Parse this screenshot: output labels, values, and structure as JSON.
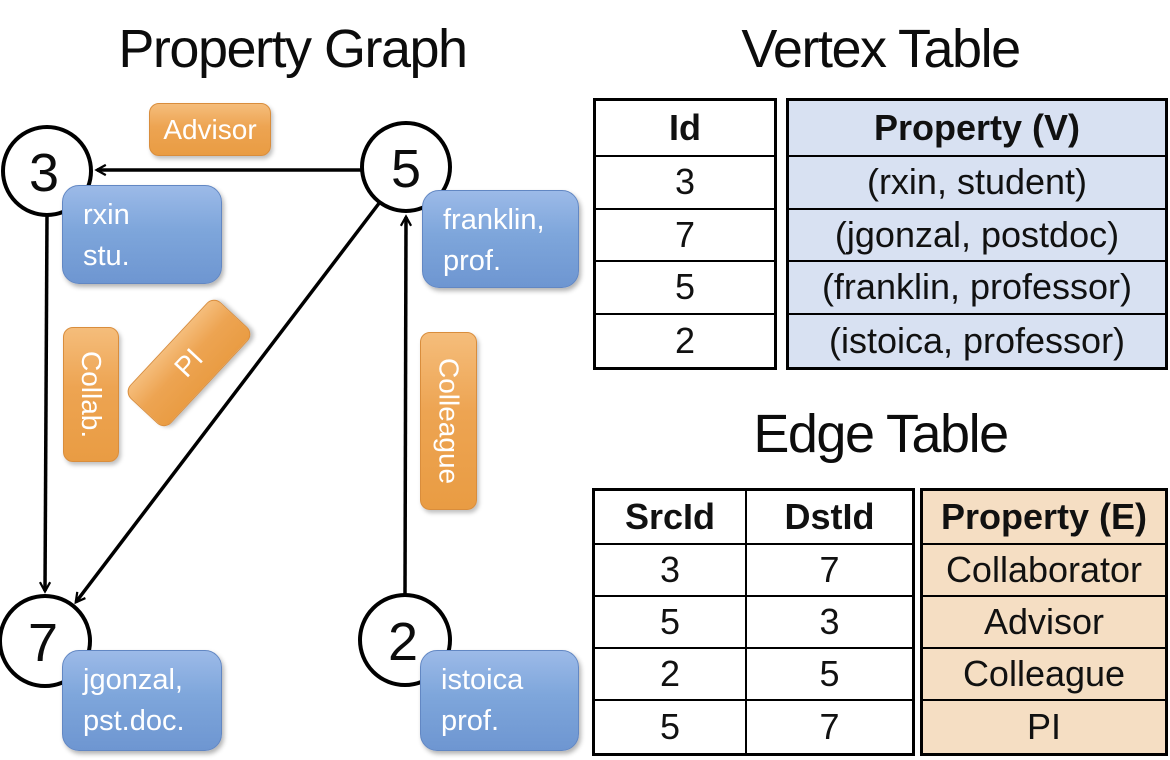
{
  "graph": {
    "title": "Property Graph",
    "nodes": [
      {
        "id": "3",
        "property_line1": "rxin",
        "property_line2": "stu."
      },
      {
        "id": "5",
        "property_line1": "franklin,",
        "property_line2": "prof."
      },
      {
        "id": "7",
        "property_line1": "jgonzal,",
        "property_line2": "pst.doc."
      },
      {
        "id": "2",
        "property_line1": "istoica",
        "property_line2": "prof."
      }
    ],
    "edge_labels": {
      "advisor": "Advisor",
      "collab": "Collab.",
      "pi": "PI",
      "colleague": "Colleague"
    },
    "edges": [
      {
        "from": "5",
        "to": "3",
        "label": "Advisor"
      },
      {
        "from": "3",
        "to": "7",
        "label": "Collab."
      },
      {
        "from": "5",
        "to": "7",
        "label": "PI"
      },
      {
        "from": "2",
        "to": "5",
        "label": "Colleague"
      }
    ]
  },
  "vertex_table": {
    "title": "Vertex Table",
    "headers": {
      "id": "Id",
      "property": "Property (V)"
    },
    "rows": [
      {
        "id": "3",
        "property": "(rxin, student)"
      },
      {
        "id": "7",
        "property": "(jgonzal, postdoc)"
      },
      {
        "id": "5",
        "property": "(franklin, professor)"
      },
      {
        "id": "2",
        "property": "(istoica, professor)"
      }
    ]
  },
  "edge_table": {
    "title": "Edge Table",
    "headers": {
      "src": "SrcId",
      "dst": "DstId",
      "property": "Property (E)"
    },
    "rows": [
      {
        "src": "3",
        "dst": "7",
        "property": "Collaborator"
      },
      {
        "src": "5",
        "dst": "3",
        "property": "Advisor"
      },
      {
        "src": "2",
        "dst": "5",
        "property": "Colleague"
      },
      {
        "src": "5",
        "dst": "7",
        "property": "PI"
      }
    ]
  },
  "colors": {
    "edge_label_fill": "#EDA452",
    "vertex_property_fill": "#7EA6DB",
    "vertex_table_column_fill": "#D8E1F2",
    "edge_table_column_fill": "#F5DEC3",
    "line_color": "#000000"
  }
}
